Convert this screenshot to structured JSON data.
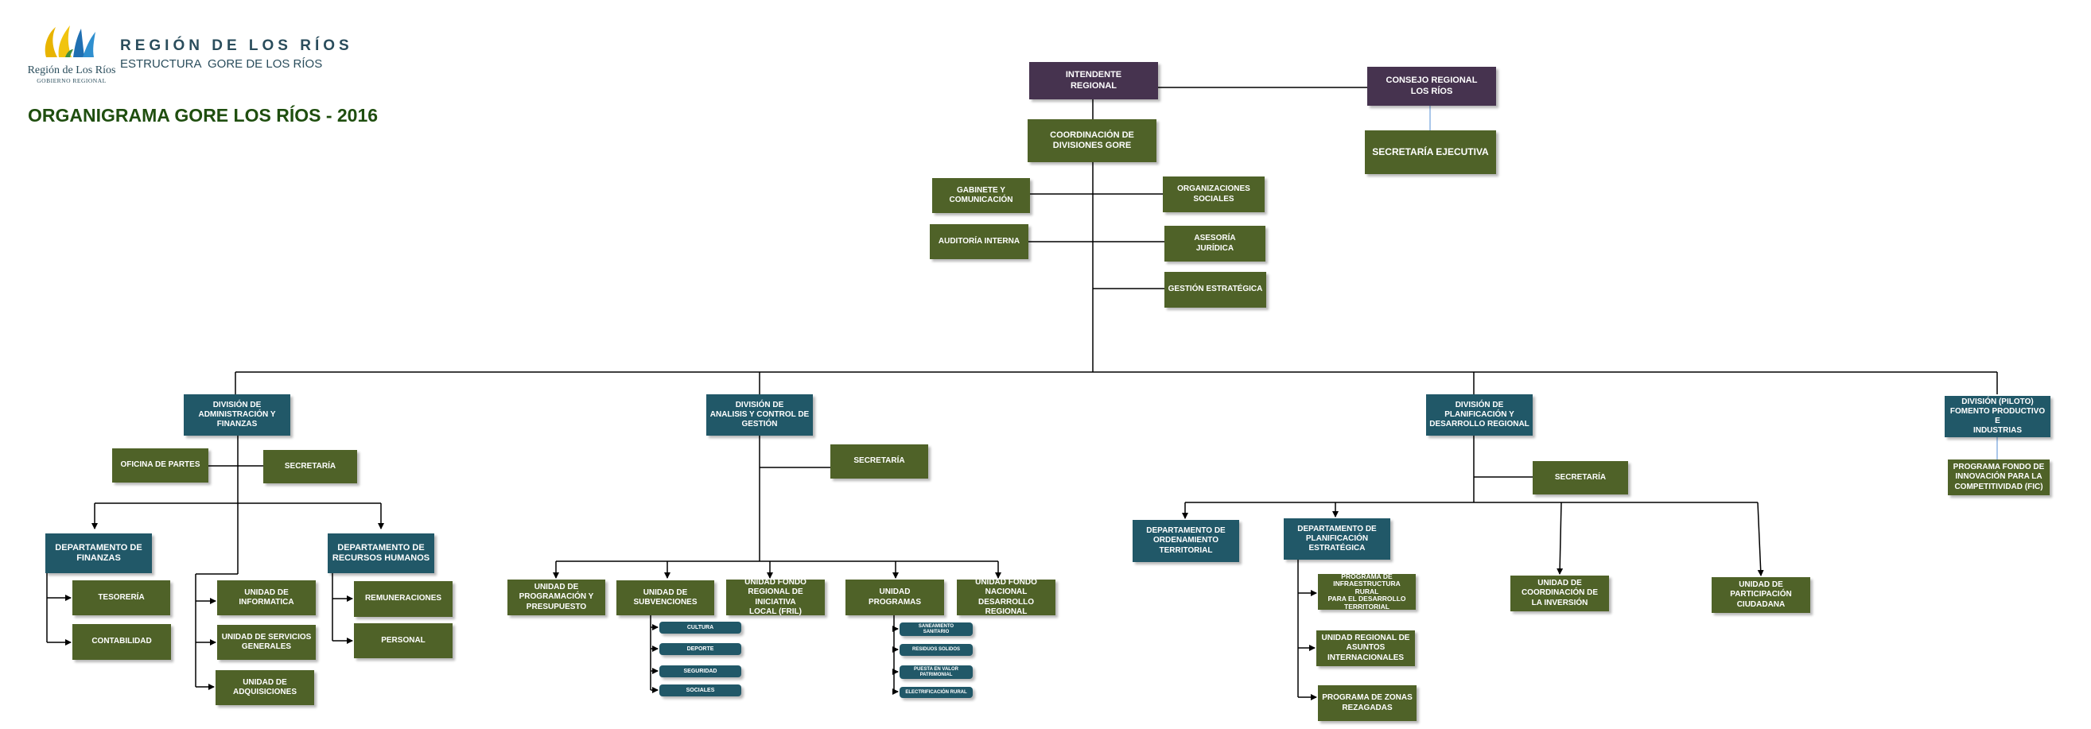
{
  "header": {
    "logo_text": "Región de Los Ríos",
    "logo_subtext": "GOBIERNO REGIONAL",
    "region_title": "REGIÓN DE LOS RÍOS",
    "subtitle": "ESTRUCTURA  GORE DE LOS RÍOS",
    "page_title": "ORGANIGRAMA GORE LOS RÍOS - 2016"
  },
  "colors": {
    "purple": "#46334f",
    "green": "#4f6228",
    "blue": "#215868",
    "title_green": "#1f4e0f",
    "header_blue": "#2a4d5c"
  },
  "org": {
    "intendente": "INTENDENTE\nREGIONAL",
    "consejo": "CONSEJO REGIONAL\nLOS RÍOS",
    "secretaria_ejecutiva": "SECRETARÍA EJECUTIVA",
    "coordinacion": "COORDINACIÓN DE\nDIVISIONES GORE",
    "gabinete": "GABINETE Y\nCOMUNICACIÓN",
    "organizaciones": "ORGANIZACIONES\nSOCIALES",
    "auditoria": "AUDITORÍA INTERNA",
    "asesoria": "ASESORÍA\nJURÍDICA",
    "gestion": "GESTIÓN ESTRATÉGICA",
    "div_admin": "DIVISIÓN DE\nADMINISTRACIÓN Y\nFINANZAS",
    "oficina_partes": "OFICINA DE PARTES",
    "secretaria_admin": "SECRETARÍA",
    "depto_finanzas": "DEPARTAMENTO DE\nFINANZAS",
    "tesoreria": "TESORERÍA",
    "contabilidad": "CONTABILIDAD",
    "unidad_informatica": "UNIDAD DE\nINFORMATICA",
    "unidad_servicios": "UNIDAD DE SERVICIOS\nGENERALES",
    "unidad_adquisiciones": "UNIDAD DE\nADQUISICIONES",
    "depto_rrhh": "DEPARTAMENTO  DE\nRECURSOS HUMANOS",
    "remuneraciones": "REMUNERACIONES",
    "personal": "PERSONAL",
    "div_analisis": "DIVISIÓN DE\nANALISIS Y CONTROL DE\nGESTIÓN",
    "secretaria_analisis": "SECRETARÍA",
    "unidad_programacion": "UNIDAD DE\nPROGRAMACIÓN Y\nPRESUPUESTO",
    "unidad_subvenciones": "UNIDAD DE\nSUBVENCIONES",
    "fril": "UNIDAD FONDO\nREGIONAL DE INICIATIVA\nLOCAL (FRIL)",
    "unidad_programas": "UNIDAD\nPROGRAMAS",
    "fndr": "UNIDAD FONDO\nNACIONAL DESARROLLO\nREGIONAL",
    "cultura": "CULTURA",
    "deporte": "DEPORTE",
    "seguridad": "SEGURIDAD",
    "sociales": "SOCIALES",
    "saneamiento": "SANEAMIENTO\nSANITARIO",
    "residuos": "RESIDUOS SOLIDOS",
    "puesta_valor": "PUESTA EN VALOR\nPATRIMONIAL",
    "electrificacion": "ELECTRIFICACIÓN RURAL",
    "div_planificacion": "DIVISIÓN DE\nPLANIFICACIÓN Y\nDESARROLLO REGIONAL",
    "secretaria_planif": "SECRETARÍA",
    "depto_ordenamiento": "DEPARTAMENTO DE\nORDENAMIENTO\nTERRITORIAL",
    "depto_planificacion": "DEPARTAMENTO DE\nPLANIFICACIÓN\nESTRATÉGICA",
    "programa_infra": "PROGRAMA DE\nINFRAESTRUCTURA RURAL\nPARA EL DESARROLLO\nTERRITORIAL",
    "unidad_asuntos": "UNIDAD REGIONAL DE\nASUNTOS\nINTERNACIONALES",
    "programa_zonas": "PROGRAMA DE ZONAS\nREZAGADAS",
    "unidad_coordinacion_inversion": "UNIDAD DE\nCOORDINACIÓN DE\nLA INVERSIÓN",
    "unidad_participacion": "UNIDAD DE\nPARTICIPACIÓN\nCIUDADANA",
    "div_fomento": "DIVISIÓN (PILOTO)\nFOMENTO PRODUCTIVO E\nINDUSTRIAS",
    "programa_fic": "PROGRAMA FONDO DE\nINNOVACIÓN PARA LA\nCOMPETITIVIDAD (FIC)"
  }
}
